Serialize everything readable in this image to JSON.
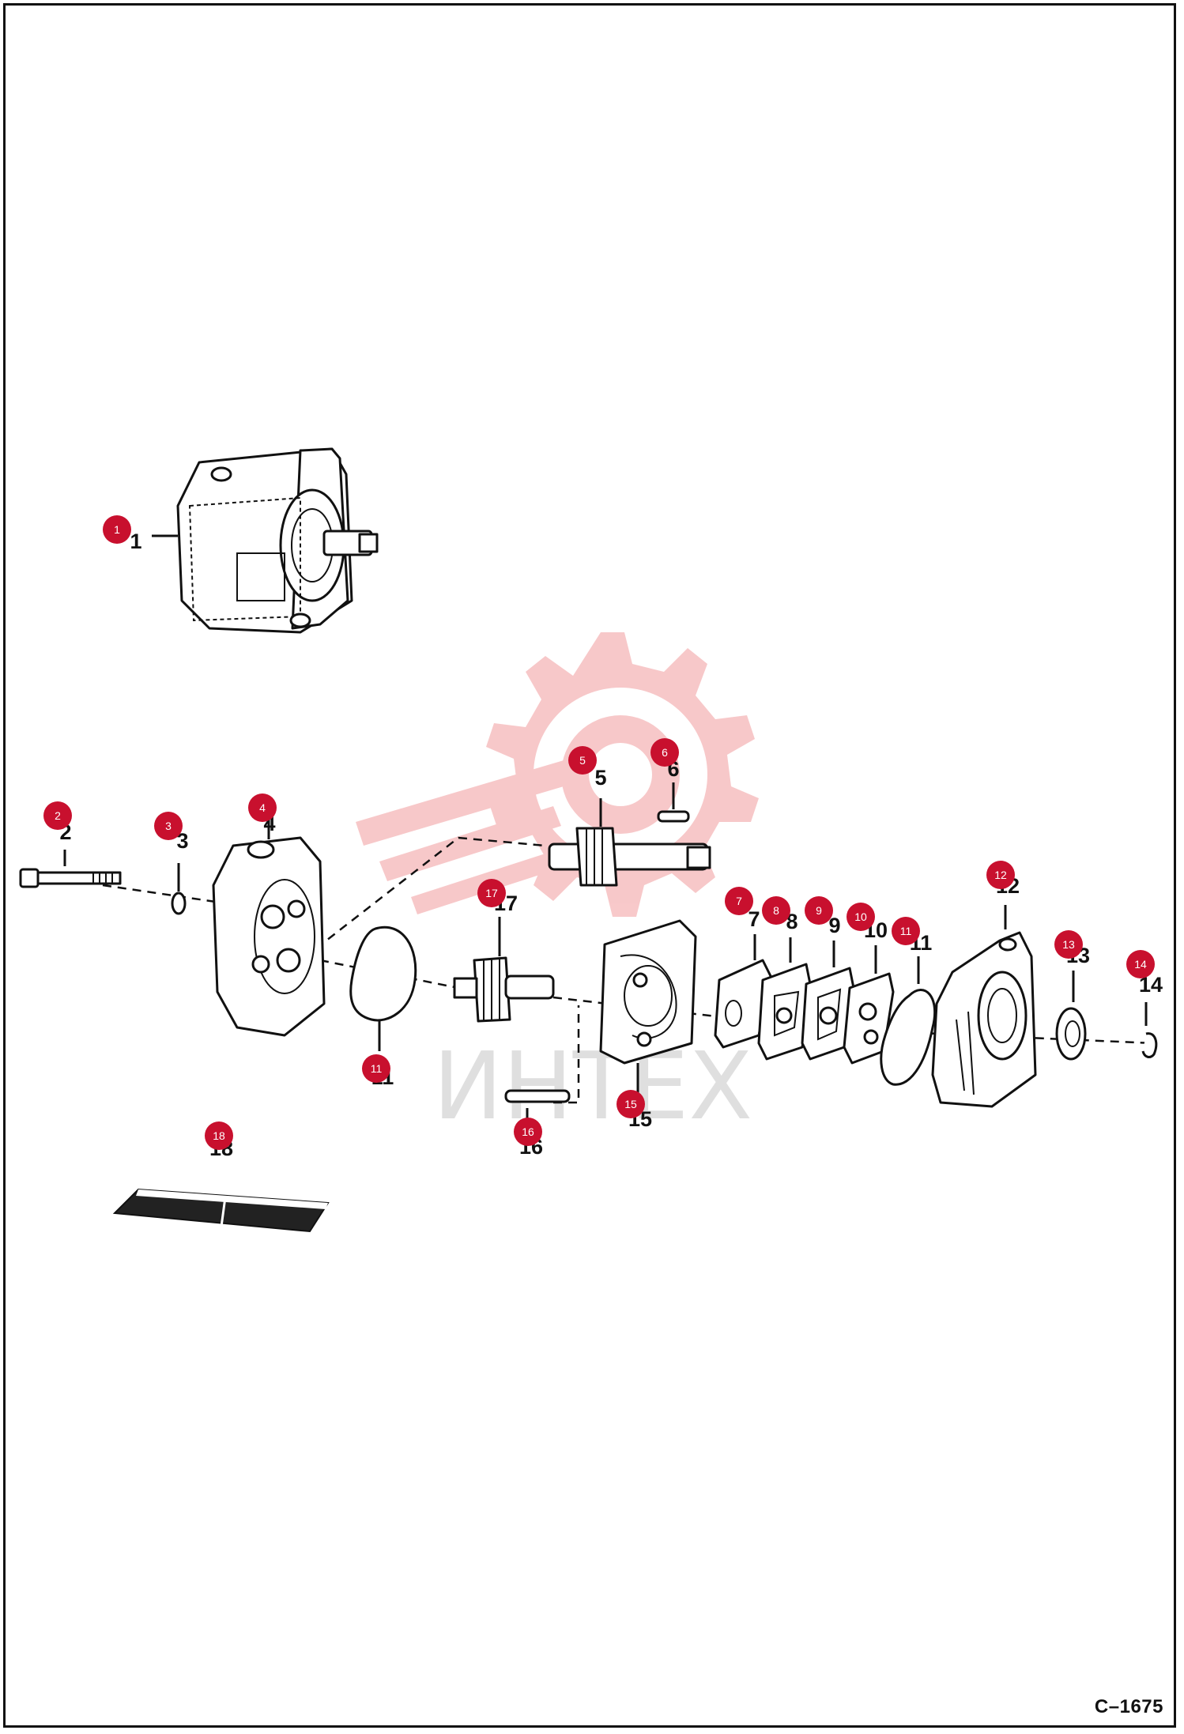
{
  "figure_code": "C–1675",
  "watermark": {
    "text": "ИНТЕХ",
    "color": "#f7c3c4"
  },
  "colors": {
    "callout": "#c8102e",
    "line": "#111111"
  },
  "callouts": [
    {
      "id": "callout-1",
      "number": "1",
      "label": "1"
    },
    {
      "id": "callout-2",
      "number": "2",
      "label": "2"
    },
    {
      "id": "callout-3",
      "number": "3",
      "label": "3"
    },
    {
      "id": "callout-4",
      "number": "4",
      "label": "4"
    },
    {
      "id": "callout-5",
      "number": "5",
      "label": "5"
    },
    {
      "id": "callout-6",
      "number": "6",
      "label": "6"
    },
    {
      "id": "callout-7",
      "number": "7",
      "label": "7"
    },
    {
      "id": "callout-8",
      "number": "8",
      "label": "8"
    },
    {
      "id": "callout-9",
      "number": "9",
      "label": "9"
    },
    {
      "id": "callout-10",
      "number": "10",
      "label": "10"
    },
    {
      "id": "callout-11a",
      "number": "11",
      "label": "11"
    },
    {
      "id": "callout-11b",
      "number": "11",
      "label": "11"
    },
    {
      "id": "callout-12",
      "number": "12",
      "label": "12"
    },
    {
      "id": "callout-13",
      "number": "13",
      "label": "13"
    },
    {
      "id": "callout-14",
      "number": "14",
      "label": "14"
    },
    {
      "id": "callout-15",
      "number": "15",
      "label": "15"
    },
    {
      "id": "callout-16",
      "number": "16",
      "label": "16"
    },
    {
      "id": "callout-17",
      "number": "17",
      "label": "17"
    },
    {
      "id": "callout-18",
      "number": "18",
      "label": "18"
    }
  ]
}
